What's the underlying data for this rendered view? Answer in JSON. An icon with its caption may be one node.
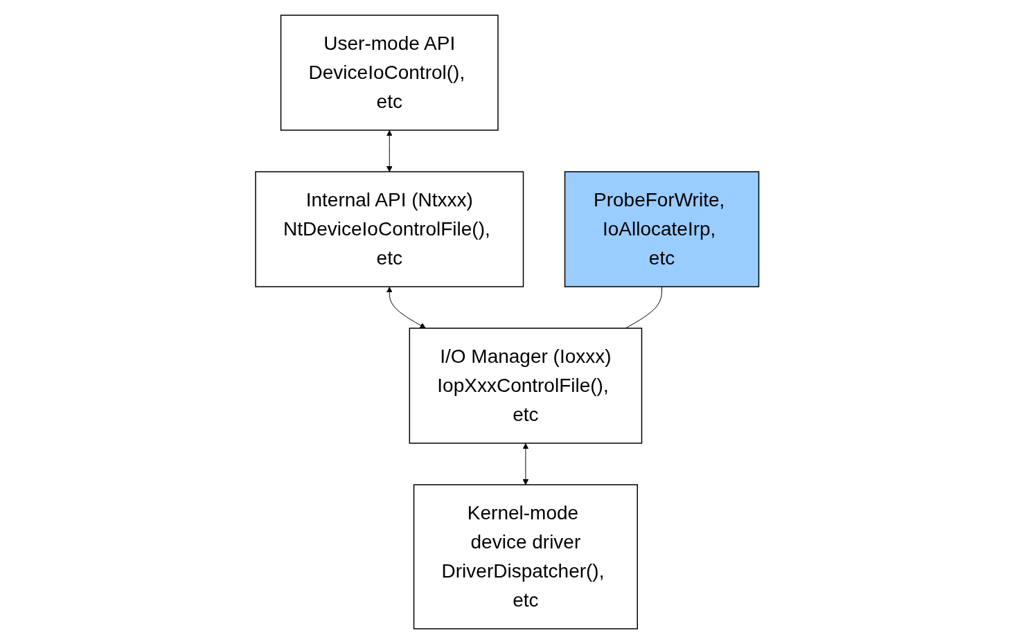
{
  "diagram": {
    "nodes": [
      {
        "text": [
          "User-mode API",
          "DeviceIoControl(), etc"
        ]
      },
      {
        "text": [
          "Internal API (Ntxxx)",
          "NtDeviceIoControlFile(), etc"
        ]
      },
      {
        "text": [
          "I/O Manager (Ioxxx)",
          "IopXxxControlFile(), etc"
        ]
      },
      {
        "text": [
          "Kernel-mode device driver",
          "DriverDispatcher(), etc"
        ]
      },
      {
        "text": [
          "ProbeForWrite, IoAllocateIrp, etc"
        ]
      }
    ],
    "edges": [
      {
        "from": 0,
        "to": 1,
        "arrow": "both"
      },
      {
        "from": 1,
        "to": 2,
        "arrow": "both"
      },
      {
        "from": 2,
        "to": 3,
        "arrow": "both"
      },
      {
        "from": 4,
        "to": 2,
        "arrow": "none"
      }
    ]
  }
}
